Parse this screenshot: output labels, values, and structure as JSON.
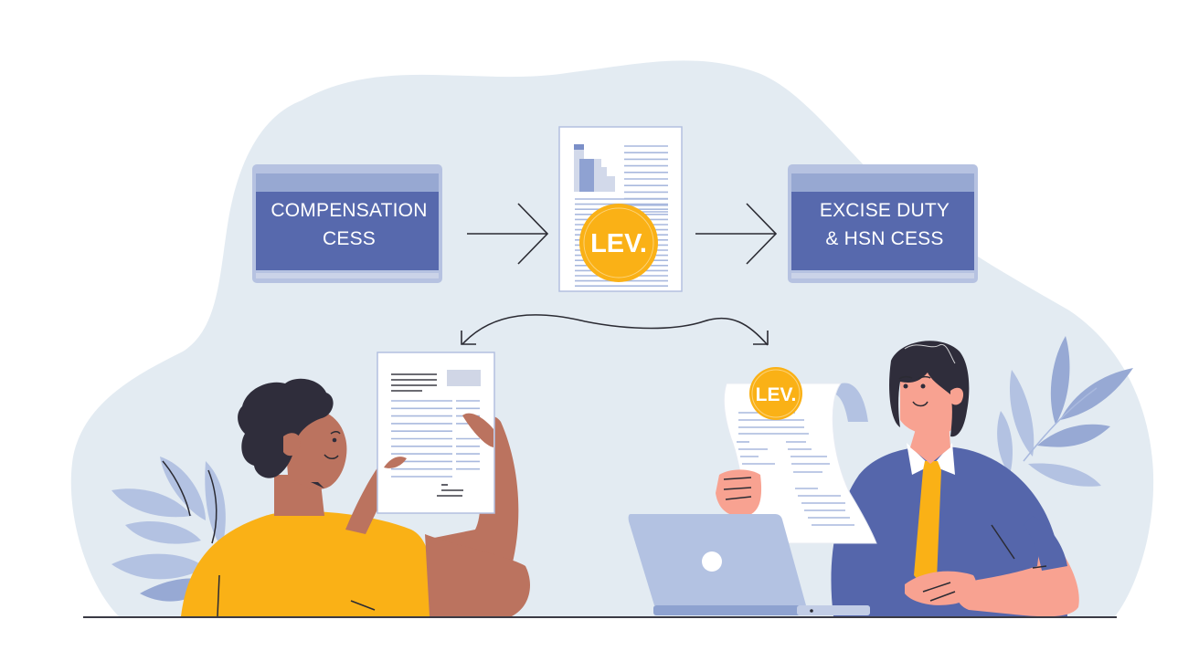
{
  "diagram": {
    "type": "process-flow-illustration",
    "flow": {
      "source_box": {
        "line1": "COMPENSATION",
        "line2": "CESS"
      },
      "center_document": {
        "badge": "LEV."
      },
      "target_box": {
        "line1": "EXCISE DUTY",
        "line2": "& HSN CESS"
      },
      "arrows": [
        {
          "from": "source_box",
          "to": "center_document",
          "style": "straight"
        },
        {
          "from": "center_document",
          "to": "target_box",
          "style": "straight"
        },
        {
          "from": "person_left",
          "to": "person_right",
          "style": "wavy-bidirectional"
        }
      ]
    },
    "people": {
      "left": {
        "role": "person-reading-document",
        "shirt": "yellow"
      },
      "right": {
        "role": "person-holding-levy-document",
        "shirt": "blue",
        "tie": "yellow",
        "badge": "LEV."
      }
    }
  },
  "colors": {
    "background": "#ffffff",
    "blob": "#e3ebf2",
    "box_outer": "#b6c2e1",
    "box_header": "#97a8d2",
    "box_fill": "#5769ad",
    "box_footer": "#cbd3e8",
    "doc_border": "#b3c0e0",
    "doc_line": "#a9b9de",
    "coin": "#fab116",
    "coin_ring": "#fcd37a",
    "ink": "#2b2b33",
    "hair": "#2f2d3b",
    "skin_dark": "#bb735f",
    "skin_light": "#f8a291",
    "yellow_shirt": "#fab116",
    "blue_shirt": "#5566ab",
    "leaf_light": "#b3c2e2",
    "leaf_mid": "#97a9d4",
    "laptop": "#b3c2e2",
    "laptop_base": "#8ea2d0",
    "floor": "#3a3a44"
  }
}
